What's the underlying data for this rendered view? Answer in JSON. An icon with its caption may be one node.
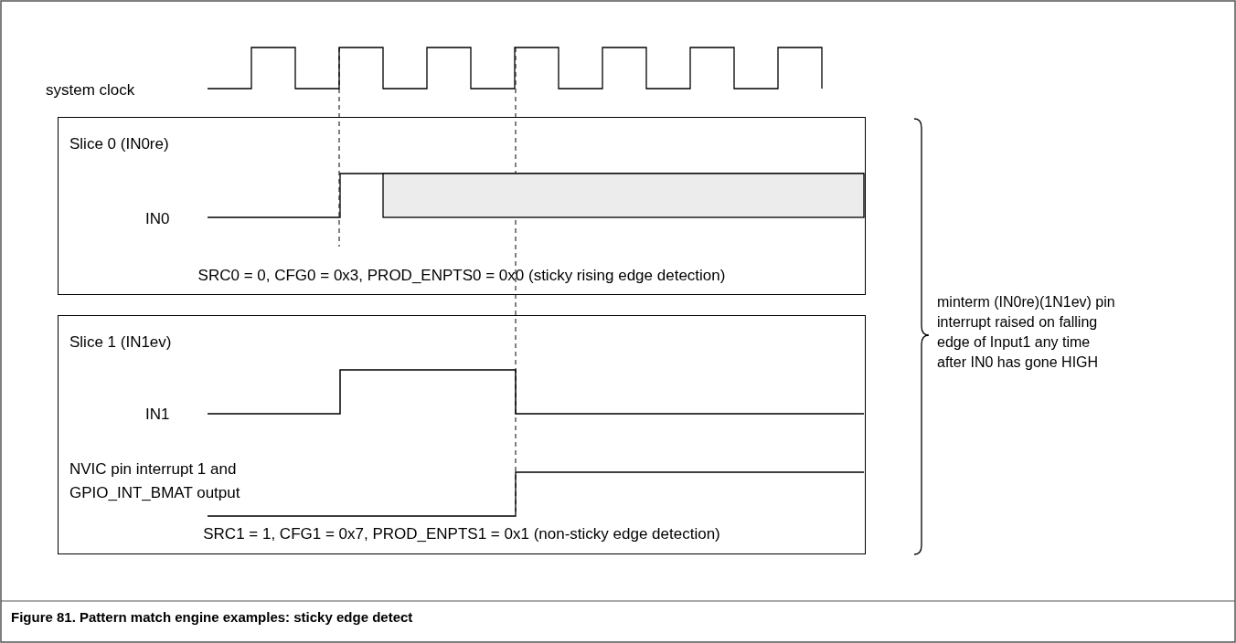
{
  "diagram": {
    "caption": "Figure 81. Pattern match engine examples: sticky edge detect",
    "nodes": [
      {
        "text": [
          "Slice 0 (IN0re)",
          "IN0",
          "SRC0 = 0, CFG0 = 0x3, PROD_ENPTS0 = 0x0 (sticky rising edge detection)"
        ]
      },
      {
        "text": [
          "Slice 1 (IN1ev)",
          "IN1",
          "NVIC pin interrupt 1 and GPIO_INT_BMAT output",
          "SRC1 = 1, CFG1 = 0x7, PROD_ENPTS1 = 0x1 (non-sticky edge detection)"
        ]
      }
    ],
    "edges": [],
    "labels": [
      "system clock",
      "minterm (IN0re)(1N1ev) pin interrupt raised on falling edge of Input1 any time after IN0 has gone HIGH"
    ]
  }
}
